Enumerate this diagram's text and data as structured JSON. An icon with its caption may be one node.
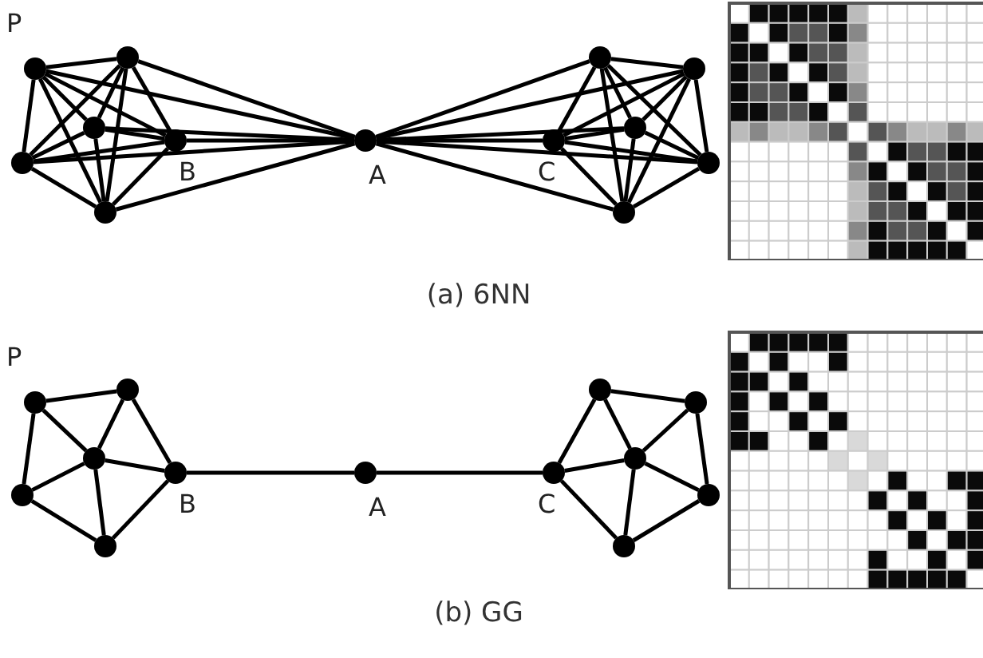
{
  "diagram": {
    "nodes": [
      {
        "text": [],
        "shape": "circle",
        "beside": [
          "P"
        ]
      },
      {
        "text": [],
        "shape": "circle"
      },
      {
        "text": [],
        "shape": "circle"
      },
      {
        "text": [],
        "shape": "circle",
        "beside": [
          "B"
        ]
      },
      {
        "text": [],
        "shape": "circle"
      },
      {
        "text": [],
        "shape": "circle"
      },
      {
        "text": [],
        "shape": "circle",
        "beside": [
          "A"
        ]
      },
      {
        "text": [],
        "shape": "circle",
        "beside": [
          "C"
        ]
      },
      {
        "text": [],
        "shape": "circle"
      },
      {
        "text": [],
        "shape": "circle"
      },
      {
        "text": [],
        "shape": "circle"
      },
      {
        "text": [],
        "shape": "circle"
      },
      {
        "text": [],
        "shape": "circle"
      },
      {
        "text": [],
        "shape": "circle",
        "beside": [
          "P"
        ]
      },
      {
        "text": [],
        "shape": "circle"
      },
      {
        "text": [],
        "shape": "circle"
      },
      {
        "text": [],
        "shape": "circle",
        "beside": [
          "B"
        ]
      },
      {
        "text": [],
        "shape": "circle"
      },
      {
        "text": [],
        "shape": "circle"
      },
      {
        "text": [],
        "shape": "circle",
        "beside": [
          "A"
        ]
      },
      {
        "text": [],
        "shape": "circle",
        "beside": [
          "C"
        ]
      },
      {
        "text": [],
        "shape": "circle"
      },
      {
        "text": [],
        "shape": "circle"
      },
      {
        "text": [],
        "shape": "circle"
      },
      {
        "text": [],
        "shape": "circle"
      },
      {
        "text": [],
        "shape": "circle"
      }
    ],
    "edges": [
      {
        "from": 0,
        "to": 1,
        "arrow": "none"
      },
      {
        "from": 0,
        "to": 2,
        "arrow": "none"
      },
      {
        "from": 0,
        "to": 3,
        "arrow": "none"
      },
      {
        "from": 0,
        "to": 4,
        "arrow": "none"
      },
      {
        "from": 0,
        "to": 5,
        "arrow": "none"
      },
      {
        "from": 0,
        "to": 6,
        "arrow": "none"
      },
      {
        "from": 1,
        "to": 2,
        "arrow": "none"
      },
      {
        "from": 1,
        "to": 3,
        "arrow": "none"
      },
      {
        "from": 1,
        "to": 4,
        "arrow": "none"
      },
      {
        "from": 1,
        "to": 5,
        "arrow": "none"
      },
      {
        "from": 1,
        "to": 6,
        "arrow": "none"
      },
      {
        "from": 2,
        "to": 3,
        "arrow": "none"
      },
      {
        "from": 2,
        "to": 4,
        "arrow": "none"
      },
      {
        "from": 2,
        "to": 5,
        "arrow": "none"
      },
      {
        "from": 2,
        "to": 6,
        "arrow": "none"
      },
      {
        "from": 3,
        "to": 4,
        "arrow": "none"
      },
      {
        "from": 3,
        "to": 5,
        "arrow": "none"
      },
      {
        "from": 3,
        "to": 6,
        "arrow": "none"
      },
      {
        "from": 4,
        "to": 5,
        "arrow": "none"
      },
      {
        "from": 4,
        "to": 6,
        "arrow": "none"
      },
      {
        "from": 5,
        "to": 6,
        "arrow": "none"
      },
      {
        "from": 6,
        "to": 7,
        "arrow": "none"
      },
      {
        "from": 6,
        "to": 8,
        "arrow": "none"
      },
      {
        "from": 6,
        "to": 9,
        "arrow": "none"
      },
      {
        "from": 6,
        "to": 10,
        "arrow": "none"
      },
      {
        "from": 6,
        "to": 11,
        "arrow": "none"
      },
      {
        "from": 6,
        "to": 12,
        "arrow": "none"
      },
      {
        "from": 7,
        "to": 8,
        "arrow": "none"
      },
      {
        "from": 7,
        "to": 9,
        "arrow": "none"
      },
      {
        "from": 7,
        "to": 10,
        "arrow": "none"
      },
      {
        "from": 7,
        "to": 11,
        "arrow": "none"
      },
      {
        "from": 7,
        "to": 12,
        "arrow": "none"
      },
      {
        "from": 8,
        "to": 9,
        "arrow": "none"
      },
      {
        "from": 8,
        "to": 10,
        "arrow": "none"
      },
      {
        "from": 8,
        "to": 11,
        "arrow": "none"
      },
      {
        "from": 8,
        "to": 12,
        "arrow": "none"
      },
      {
        "from": 9,
        "to": 10,
        "arrow": "none"
      },
      {
        "from": 9,
        "to": 11,
        "arrow": "none"
      },
      {
        "from": 9,
        "to": 12,
        "arrow": "none"
      },
      {
        "from": 10,
        "to": 11,
        "arrow": "none"
      },
      {
        "from": 10,
        "to": 12,
        "arrow": "none"
      },
      {
        "from": 11,
        "to": 12,
        "arrow": "none"
      },
      {
        "from": 13,
        "to": 14,
        "arrow": "none"
      },
      {
        "from": 13,
        "to": 15,
        "arrow": "none"
      },
      {
        "from": 13,
        "to": 17,
        "arrow": "none"
      },
      {
        "from": 14,
        "to": 15,
        "arrow": "none"
      },
      {
        "from": 14,
        "to": 16,
        "arrow": "none"
      },
      {
        "from": 15,
        "to": 16,
        "arrow": "none"
      },
      {
        "from": 15,
        "to": 17,
        "arrow": "none"
      },
      {
        "from": 15,
        "to": 18,
        "arrow": "none"
      },
      {
        "from": 17,
        "to": 18,
        "arrow": "none"
      },
      {
        "from": 18,
        "to": 16,
        "arrow": "none"
      },
      {
        "from": 16,
        "to": 19,
        "arrow": "none"
      },
      {
        "from": 19,
        "to": 20,
        "arrow": "none"
      },
      {
        "from": 20,
        "to": 21,
        "arrow": "none"
      },
      {
        "from": 20,
        "to": 23,
        "arrow": "none"
      },
      {
        "from": 20,
        "to": 25,
        "arrow": "none"
      },
      {
        "from": 21,
        "to": 22,
        "arrow": "none"
      },
      {
        "from": 21,
        "to": 23,
        "arrow": "none"
      },
      {
        "from": 22,
        "to": 23,
        "arrow": "none"
      },
      {
        "from": 22,
        "to": 24,
        "arrow": "none"
      },
      {
        "from": 23,
        "to": 24,
        "arrow": "none"
      },
      {
        "from": 23,
        "to": 25,
        "arrow": "none"
      },
      {
        "from": 24,
        "to": 25,
        "arrow": "none"
      }
    ],
    "labels": [
      "(a) 6NN",
      "(b) GG"
    ]
  }
}
